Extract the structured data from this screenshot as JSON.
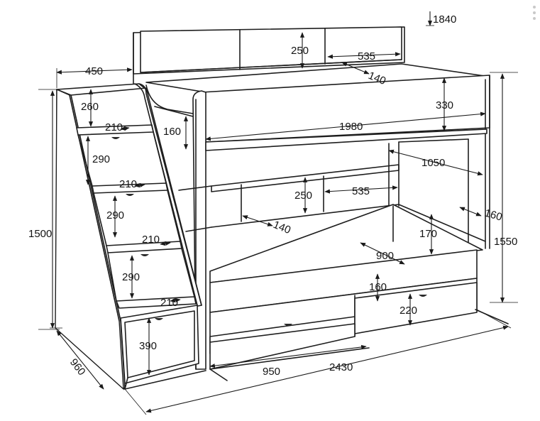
{
  "dimensions": {
    "total_height_top": "1840",
    "top_shelf_height": "250",
    "top_shelf_width": "535",
    "top_shelf_depth": "140",
    "stair_width": "450",
    "stair_step_top": "260",
    "step_depth_1": "210",
    "guard_rail_height": "160",
    "upper_rail_height": "330",
    "bed_length": "1980",
    "step_height_1": "290",
    "step_depth_2": "210",
    "opening_length": "1050",
    "step_height_2": "290",
    "lower_shelf_height": "250",
    "lower_shelf_width": "535",
    "lower_side_depth": "160",
    "total_height_stair": "1500",
    "lower_shelf_depth": "140",
    "step_depth_3": "210",
    "lower_guard_height": "170",
    "total_height_bed": "1550",
    "lower_opening": "900",
    "step_height_3": "290",
    "base_rail_height": "160",
    "step_depth_4": "210",
    "drawer_height": "220",
    "stair_drawer_height": "390",
    "total_depth": "960",
    "drawer_width": "950",
    "total_length": "2430"
  },
  "colors": {
    "line": "#1e1e1e",
    "background": "#ffffff"
  },
  "icons": [
    "drawer-handle-icon",
    "menu-dots-icon"
  ]
}
